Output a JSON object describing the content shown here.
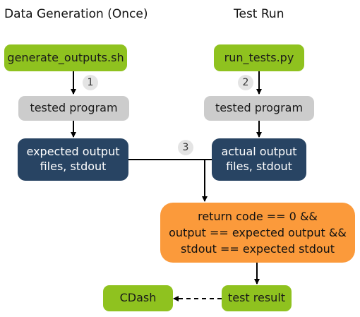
{
  "headings": {
    "left": "Data Generation (Once)",
    "right": "Test Run"
  },
  "boxes": {
    "generate_outputs": "generate_outputs.sh",
    "run_tests": "run_tests.py",
    "tested_program_left": "tested program",
    "tested_program_right": "tested program",
    "expected_output": "expected output\nfiles, stdout",
    "actual_output": "actual output\nfiles, stdout",
    "comparison": "return code == 0 &&\noutput == expected output &&\nstdout == expected stdout",
    "test_result": "test result",
    "cdash": "CDash"
  },
  "steps": {
    "one": "1",
    "two": "2",
    "three": "3"
  },
  "colors": {
    "green": "#8fc21f",
    "gray": "#cccccc",
    "navy": "#284463",
    "orange": "#fb9a3b"
  }
}
